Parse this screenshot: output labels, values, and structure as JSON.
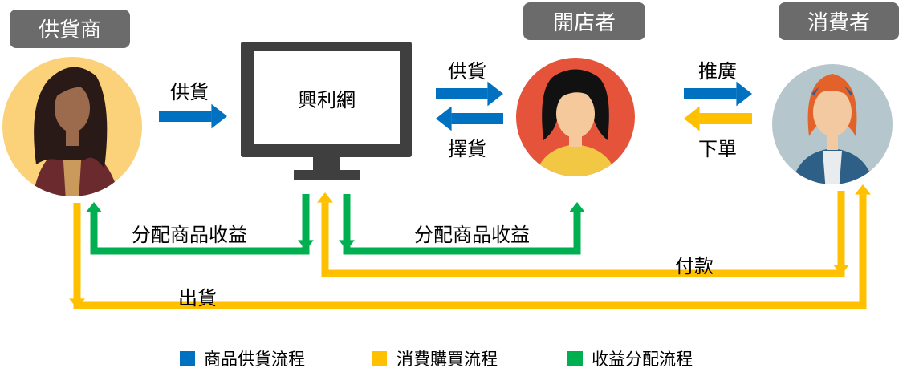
{
  "colors": {
    "supply": "#0070c0",
    "purchase": "#ffc000",
    "revenue": "#00b050",
    "role_bg": "#6b6b6b"
  },
  "roles": {
    "supplier": "供貨商",
    "shop_owner": "開店者",
    "consumer": "消費者"
  },
  "platform": "興利網",
  "flows": {
    "supplier_to_platform": "供貨",
    "platform_to_owner": "供貨",
    "owner_to_platform": "擇貨",
    "owner_to_consumer": "推廣",
    "consumer_to_owner": "下單",
    "revenue_to_supplier": "分配商品收益",
    "revenue_to_owner": "分配商品收益",
    "payment": "付款",
    "shipping": "出貨"
  },
  "legend": [
    {
      "label": "商品供貨流程",
      "color": "#0070c0"
    },
    {
      "label": "消費購買流程",
      "color": "#ffc000"
    },
    {
      "label": "收益分配流程",
      "color": "#00b050"
    }
  ]
}
